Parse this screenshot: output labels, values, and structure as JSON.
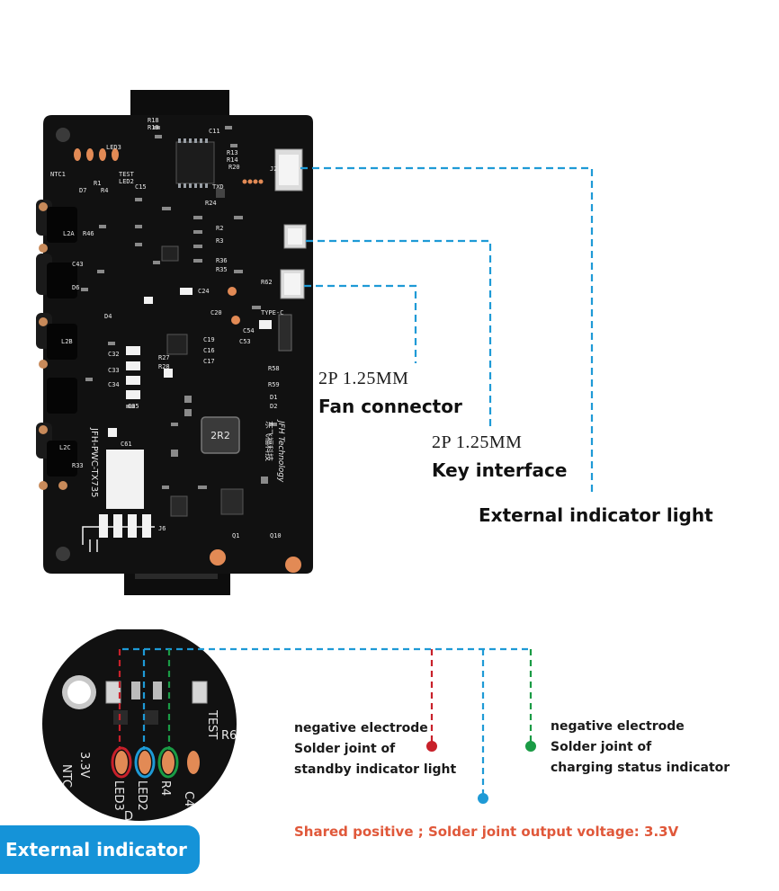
{
  "colors": {
    "leader_blue": "#1e9ad6",
    "leader_red": "#c8202a",
    "leader_green": "#1a9b45",
    "pcb": "#111111",
    "pad_orange": "#e28a55",
    "badge_blue": "#1593d8",
    "warning_orange": "#e0583a"
  },
  "board": {
    "model": "JFH-PWC-TX735",
    "brand_cn": "东飞福科技",
    "brand_en": "JFH Technology",
    "inductor": "2R2",
    "silkscreen": [
      "R18",
      "R19",
      "C11",
      "R13",
      "R14",
      "R20",
      "LED3",
      "TEST",
      "LED2",
      "NTC1",
      "D7",
      "R1",
      "R4",
      "C15",
      "J2",
      "R24",
      "TXD",
      "C24",
      "C20",
      "C43",
      "D6",
      "L2A",
      "R46",
      "D4",
      "L2B",
      "C33",
      "C32",
      "C34",
      "C35",
      "L2C",
      "C61",
      "R33",
      "C54",
      "TYPE-C",
      "C53",
      "R58",
      "R59",
      "D1",
      "D2",
      "R62",
      "J6",
      "Q1",
      "Q10",
      "R2",
      "R3",
      "R36",
      "R35",
      "C19",
      "C16",
      "C17",
      "R27",
      "R28"
    ]
  },
  "callouts": {
    "fan": {
      "spec": "2P 1.25MM",
      "title": "Fan connector"
    },
    "key": {
      "spec": "2P 1.25MM",
      "title": "Key interface"
    },
    "indicator": {
      "title": "External indicator light"
    }
  },
  "zoom": {
    "labels": [
      "3.3V",
      "NTC",
      "TEST",
      "LED3",
      "LED2",
      "R6",
      "R4",
      "C4",
      "D"
    ]
  },
  "notes": {
    "standby": [
      "negative electrode",
      "Solder joint of",
      "standby indicator light"
    ],
    "charging": [
      "negative electrode",
      "Solder joint of",
      "charging status indicator"
    ],
    "shared": "Shared positive ; Solder joint output voltage: 3.3V"
  },
  "badge": {
    "label": "External indicator"
  }
}
